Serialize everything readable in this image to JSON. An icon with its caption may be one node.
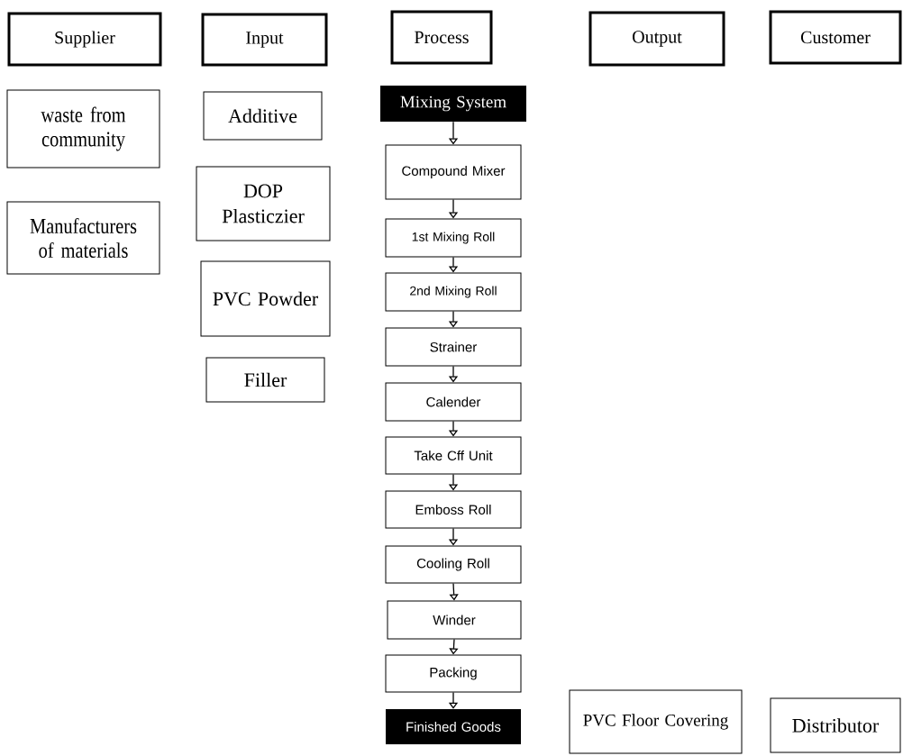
{
  "diagram": {
    "nodes": [
      {
        "text": [
          "Supplier"
        ]
      },
      {
        "text": [
          "Input"
        ]
      },
      {
        "text": [
          "Process"
        ]
      },
      {
        "text": [
          "Output"
        ]
      },
      {
        "text": [
          "Customer"
        ]
      },
      {
        "text": [
          "waste from community"
        ]
      },
      {
        "text": [
          "Manufacturers of materials"
        ]
      },
      {
        "text": [
          "Additive"
        ]
      },
      {
        "text": [
          "DOP Plasticzier"
        ]
      },
      {
        "text": [
          "PVC Powder"
        ]
      },
      {
        "text": [
          "Filler"
        ]
      },
      {
        "text": [
          "Mixing System"
        ]
      },
      {
        "text": [
          "Compound Mixer"
        ]
      },
      {
        "text": [
          "1st Mixing Roll"
        ]
      },
      {
        "text": [
          "2nd Mixing Roll"
        ]
      },
      {
        "text": [
          "Strainer"
        ]
      },
      {
        "text": [
          "Calender"
        ]
      },
      {
        "text": [
          "Take Cff Unit"
        ]
      },
      {
        "text": [
          "Emboss Roll"
        ]
      },
      {
        "text": [
          "Cooling Roll"
        ]
      },
      {
        "text": [
          "Winder"
        ]
      },
      {
        "text": [
          "Packing"
        ]
      },
      {
        "text": [
          "Finished Goods"
        ]
      },
      {
        "text": [
          "PVC Floor Covering"
        ]
      },
      {
        "text": [
          "Distributor"
        ]
      }
    ],
    "edges": [
      {
        "from": 11,
        "to": 12,
        "arrow": "to"
      },
      {
        "from": 12,
        "to": 13,
        "arrow": "to"
      },
      {
        "from": 13,
        "to": 14,
        "arrow": "to"
      },
      {
        "from": 14,
        "to": 15,
        "arrow": "to"
      },
      {
        "from": 15,
        "to": 16,
        "arrow": "to"
      },
      {
        "from": 16,
        "to": 17,
        "arrow": "to"
      },
      {
        "from": 17,
        "to": 18,
        "arrow": "to"
      },
      {
        "from": 18,
        "to": 19,
        "arrow": "to"
      },
      {
        "from": 19,
        "to": 20,
        "arrow": "to"
      },
      {
        "from": 20,
        "to": 21,
        "arrow": "to"
      },
      {
        "from": 21,
        "to": 22,
        "arrow": "to"
      }
    ]
  }
}
